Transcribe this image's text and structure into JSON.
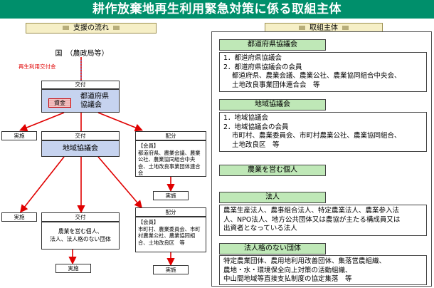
{
  "title": "耕作放棄地再生利用緊急対策に係る取組主体",
  "left_header": "支援の流れ",
  "right_header": "取組主体",
  "flow": {
    "kuni": "国　（農政局等）",
    "kofukin": "再生利用交付金",
    "kofu_1": "交付",
    "shikin": "資金",
    "todofuken_kyogikai": "都道府県\n協議会",
    "jisshi_1": "実施",
    "kofu_2": "交付",
    "haibun_1": "配分",
    "chiiki_kyogikai": "地域協議会",
    "kaiin_1": "【会員】\n都道府県、農業会議、農業公社、農業協同組合中央会、土地改良事業団体連合会",
    "jisshi_2": "実施",
    "jisshi_3": "実施",
    "kofu_3": "交付",
    "haibun_2": "配分",
    "nogyo_dantai": "農業を営む個人、\n法人、法人格のない団体",
    "kaiin_2": "【会員】\n市町村、農業委員会、市町村農業公社、農業協同組合、土地改良区　等",
    "jisshi_4": "実施",
    "jisshi_5": "実施"
  },
  "right": {
    "sec1_title": "都道府県協議会",
    "sec1_l1": "1．都道府県協議会",
    "sec1_l2": "2．都道府県協議会の会員",
    "sec1_l3": "都道府県、農業会議、農業公社、農業協同組合中央会、",
    "sec1_l4": "土地改良事業団体連合会　等",
    "sec2_title": "地域協議会",
    "sec2_l1": "1．地域協議会",
    "sec2_l2": "2．地域協議会の会員",
    "sec2_l3": "市町村、農業委員会、市町村農業公社、農業協同組合、",
    "sec2_l4": "土地改良区　等",
    "sec3_title": "農業を営む個人",
    "sec4_title": "法人",
    "sec4_l1": "農業生産法人、農事組合法人、特定農業法人、農業参入法",
    "sec4_l2": "人、NPO法人、地方公共団体又は農協が主たる構成員又は",
    "sec4_l3": "出資者となっている法人",
    "sec5_title": "法人格のない団体",
    "sec5_l1": "特定農業団体、農用地利用改善団体、集落営農組織、",
    "sec5_l2": "農地・水・環境保全向上対策の活動組織、",
    "sec5_l3": "中山間地域等直接支払制度の協定集落　等"
  },
  "colors": {
    "title_bg": "#008f6b",
    "header_bg": "#f6efc6",
    "section_bg": "#bfe8b7",
    "org_box_bg": "#c6d3ef",
    "arrow": "#e00000"
  }
}
